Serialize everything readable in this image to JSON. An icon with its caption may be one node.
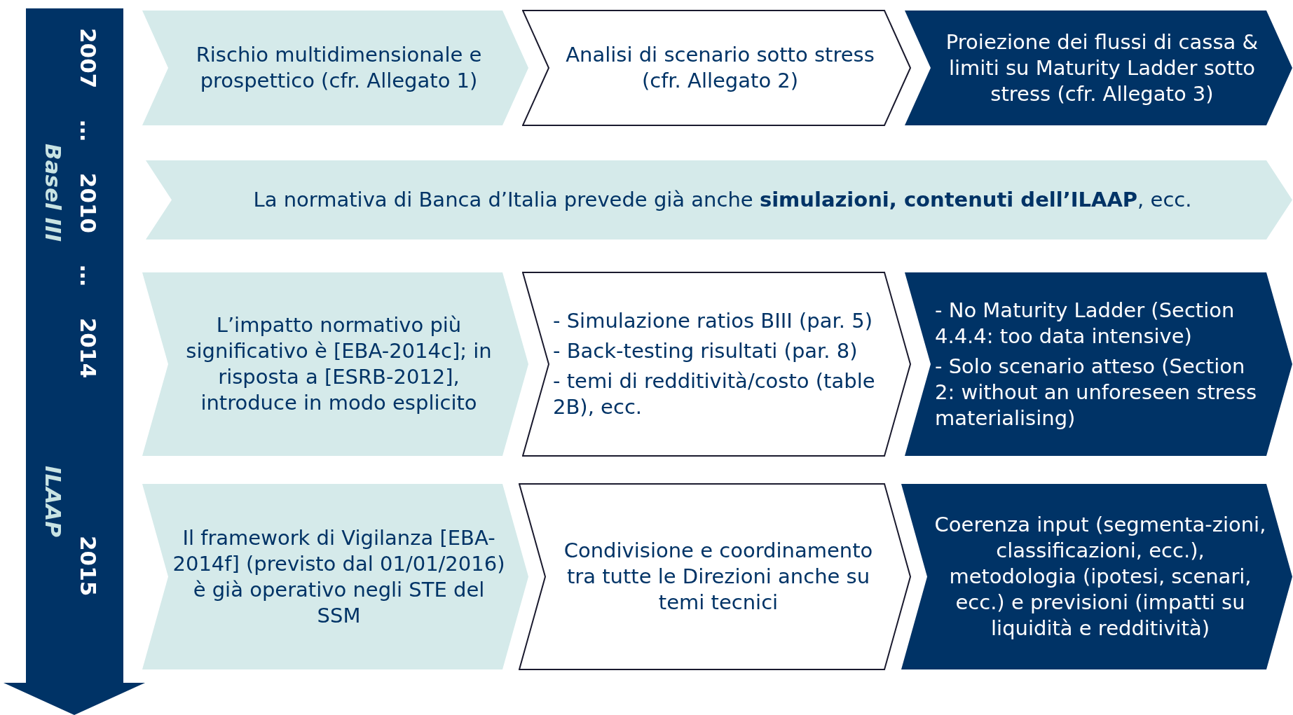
{
  "diagram": {
    "nodes": [
      {
        "text": [
          "2007 … 2010 … 2014",
          "2015",
          "Basel III",
          "ILAAP"
        ]
      },
      {
        "text": [
          "Rischio multidimensionale e prospettico  (cfr. Allegato 1)"
        ]
      },
      {
        "text": [
          "Analisi di scenario sotto stress (cfr. Allegato 2)"
        ]
      },
      {
        "text": [
          "Proiezione dei flussi di cassa & limiti su Maturity Ladder sotto stress (cfr. Allegato 3)"
        ]
      },
      {
        "text": [
          "La normativa di Banca d’Italia prevede già anche **simulazioni, contenuti dell’ILAAP**, ecc."
        ]
      },
      {
        "text": [
          "L’impatto normativo più significativo è [EBA-2014c]; in risposta  a [ESRB-2012], introduce in modo esplicito"
        ]
      },
      {
        "text": [
          "- Simulazione ratios BIII (par. 5)",
          "- Back-testing risultati (par. 8)",
          "- temi di redditività/costo (table 2B), ecc."
        ]
      },
      {
        "text": [
          "- No Maturity Ladder (Section 4.4.4: too data intensive)",
          "- Solo scenario atteso (Section 2: without an unforeseen stress materialising)"
        ]
      },
      {
        "text": [
          "Il framework di Vigilanza [EBA-2014f] (previsto dal 01/01/2016) è già operativo negli STE del SSM"
        ]
      },
      {
        "text": [
          "Condivisione e coordinamento tra tutte le Direzioni anche su temi tecnici"
        ]
      },
      {
        "text": [
          "Coerenza input (segmenta-zioni, classificazioni, ecc.), metodologia (ipotesi, scenari, ecc.) e previsioni (impatti su liquidità e redditività)"
        ]
      }
    ]
  }
}
